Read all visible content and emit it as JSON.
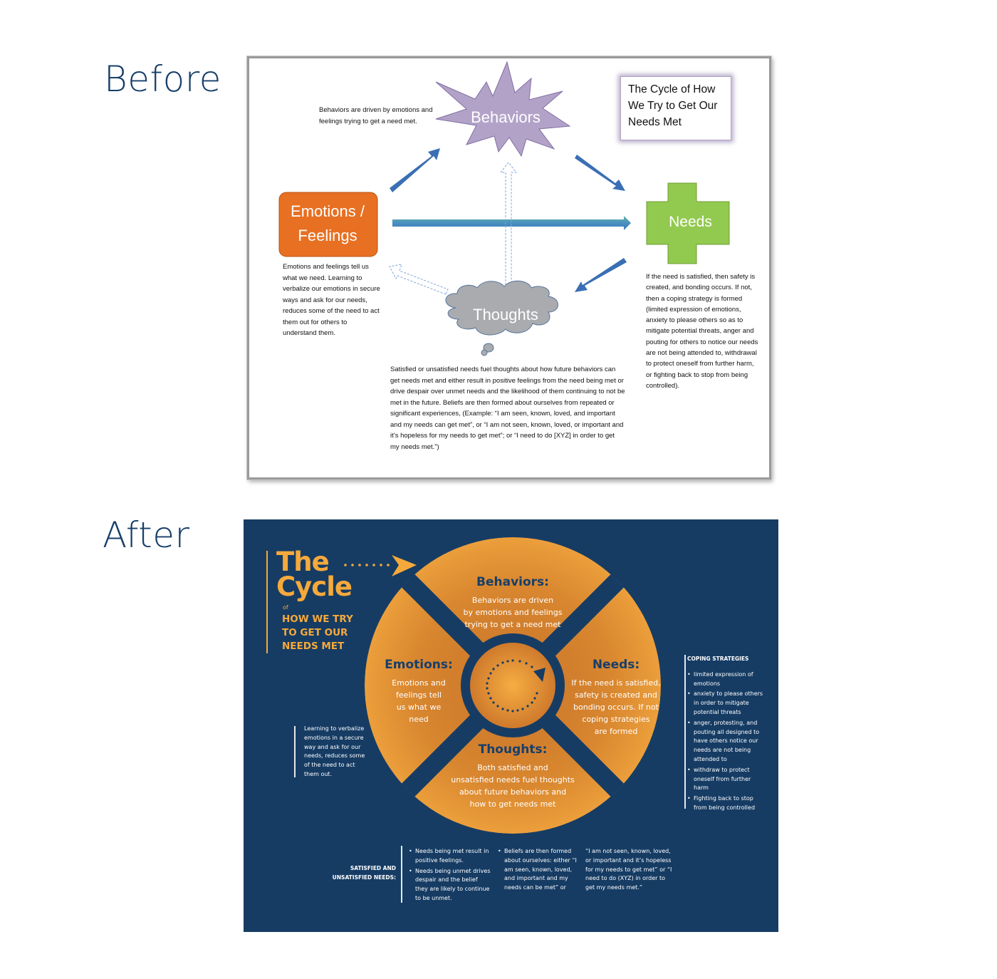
{
  "labels": {
    "before": "Before",
    "after": "After"
  },
  "before": {
    "title": "The Cycle of How We Try to Get Our Needs Met",
    "nodes": {
      "behaviors": "Behaviors",
      "emotions": "Emotions / Feelings",
      "needs": "Needs",
      "thoughts": "Thoughts"
    },
    "notes": {
      "behaviors": "Behaviors are driven by emotions and feelings trying to get a need met.",
      "emotions": "Emotions and feelings tell us what we need.  Learning to verbalize our emotions in secure ways and ask for our needs, reduces some of the need to act them out for others to understand them.",
      "needs": "If the need is satisfied, then safety is created, and bonding occurs.  If not, then a coping strategy is formed (limited expression of emotions, anxiety to please others so as to mitigate potential threats, anger and pouting for others to notice our needs are not being attended to, withdrawal to protect oneself from further harm, or fighting back to stop from being controlled).",
      "thoughts": "Satisfied or unsatisfied needs fuel thoughts about how future behaviors can get needs met and either result in positive feelings from the need being met or drive despair over unmet needs and the likelihood of them continuing to not be met in the future.  Beliefs are then formed about ourselves from repeated or significant experiences, (Example: “I am seen, known, loved, and important and my needs can get met”, or “I am not seen, known, loved, or important and it’s hopeless for my needs to get met”; or “I need to do [XYZ] in order to get my needs met.”)"
    },
    "colors": {
      "behaviors": "#b3a2c8",
      "emotions": "#e87022",
      "needs": "#92c94f",
      "thoughts": "#a9abae",
      "arrow": "#3a6fb5"
    }
  },
  "after": {
    "title": {
      "line1": "The",
      "line2": "Cycle",
      "of": "of",
      "sub": [
        "HOW WE TRY",
        "TO GET OUR",
        "NEEDS MET"
      ]
    },
    "segments": {
      "behaviors": {
        "head": "Behaviors:",
        "body": [
          "Behaviors are driven",
          "by emotions and feelings",
          "trying to get a need met"
        ]
      },
      "emotions": {
        "head": "Emotions:",
        "body": [
          "Emotions and",
          "feelings tell",
          "us what we",
          "need"
        ]
      },
      "needs": {
        "head": "Needs:",
        "body": [
          "If the need is satisfied,",
          "safety is created and",
          "bonding occurs. If not",
          "coping strategies",
          "are formed"
        ]
      },
      "thoughts": {
        "head": "Thoughts:",
        "body": [
          "Both satisfied and",
          "unsatisfied needs fuel thoughts",
          "about future behaviors and",
          "how to get needs met"
        ]
      }
    },
    "left_note": "Learning to verbalize emotions in a secure way and ask for our needs, reduces some of the need to act them out.",
    "coping": {
      "head": "COPING STRATEGIES",
      "items": [
        "limited expression of emotions",
        "anxiety to please others in order to mitigate potential threats",
        "anger, protesting, and pouting all designed to have others notice our needs are not being attended to",
        "withdraw to protect oneself from further harm",
        "Fighting back to stop from being controlled"
      ]
    },
    "bottom": {
      "head": [
        "SATISFIED AND",
        "UNSATISFIED NEEDS:"
      ],
      "col1": [
        "Needs being met result in positive feelings.",
        "Needs being unmet drives despair and the belief they are likely to continue to be unmet."
      ],
      "col2": [
        "Beliefs are then formed about ourselves: either “I am seen, known, loved, and important and my needs can be met” or"
      ],
      "col3": "“I am not seen, known, loved, or important and it’s hopeless for my needs to get met” or “I need to do (XYZ) in order to get my needs met.”"
    },
    "colors": {
      "background": "#163c64",
      "accent": "#f6a93b",
      "segment_dark": "#c8732a"
    }
  }
}
